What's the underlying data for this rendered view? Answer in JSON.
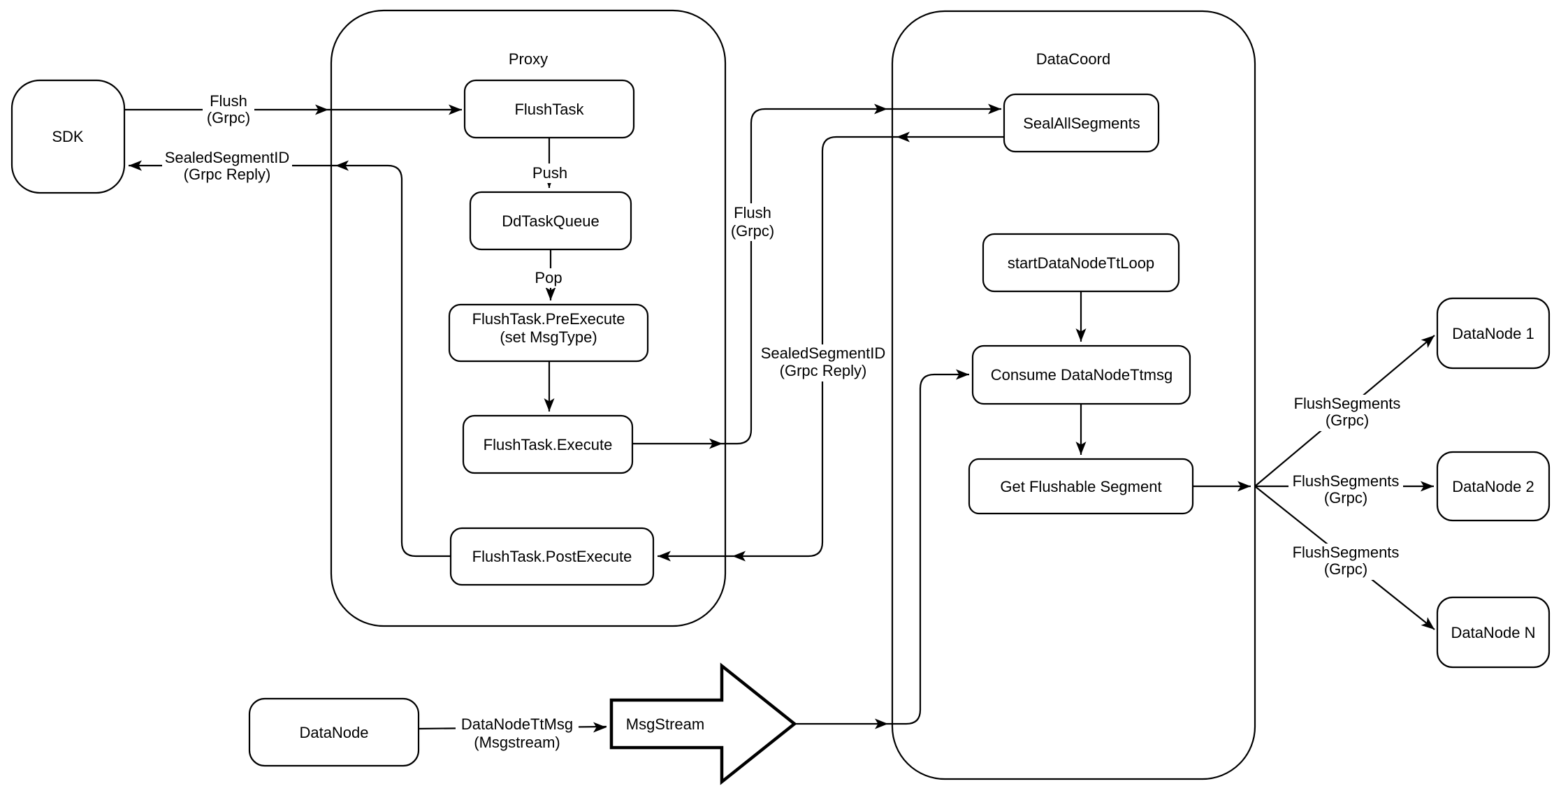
{
  "diagram": {
    "background": "#ffffff",
    "stroke_color": "#000000",
    "text_color": "#000000"
  },
  "containers": {
    "proxy": {
      "title": "Proxy"
    },
    "datacoord": {
      "title": "DataCoord"
    }
  },
  "nodes": {
    "sdk": {
      "label": "SDK"
    },
    "flush_task": {
      "label": "FlushTask"
    },
    "dd_task_queue": {
      "label": "DdTaskQueue"
    },
    "flush_task_pre_execute": {
      "label_line1": "FlushTask.PreExecute",
      "label_line2": "(set MsgType)"
    },
    "flush_task_execute": {
      "label": "FlushTask.Execute"
    },
    "flush_task_post_execute": {
      "label": "FlushTask.PostExecute"
    },
    "seal_all_segments": {
      "label": "SealAllSegments"
    },
    "start_data_node_tt_loop": {
      "label": "startDataNodeTtLoop"
    },
    "consume_data_node_ttmsg": {
      "label": "Consume DataNodeTtmsg"
    },
    "get_flushable_segment": {
      "label": "Get Flushable Segment"
    },
    "data_node_1": {
      "label": "DataNode 1"
    },
    "data_node_2": {
      "label": "DataNode 2"
    },
    "data_node_n": {
      "label": "DataNode N"
    },
    "data_node": {
      "label": "DataNode"
    },
    "msg_stream": {
      "label": "MsgStream"
    }
  },
  "edge_labels": {
    "flush_sdk_to_proxy": {
      "line1": "Flush",
      "line2": "(Grpc)"
    },
    "sealed_segment_to_sdk": {
      "line1": "SealedSegmentID",
      "line2": "(Grpc Reply)"
    },
    "push": {
      "line1": "Push"
    },
    "pop": {
      "line1": "Pop"
    },
    "flush_proxy_to_datacoord": {
      "line1": "Flush",
      "line2": "(Grpc)"
    },
    "sealed_segment_to_proxy": {
      "line1": "SealedSegmentID",
      "line2": "(Grpc Reply)"
    },
    "data_node_tt_msg": {
      "line1": "DataNodeTtMsg",
      "line2": "(Msgstream)"
    },
    "flush_segments_1": {
      "line1": "FlushSegments",
      "line2": "(Grpc)"
    },
    "flush_segments_2": {
      "line1": "FlushSegments",
      "line2": "(Grpc)"
    },
    "flush_segments_3": {
      "line1": "FlushSegments",
      "line2": "(Grpc)"
    }
  }
}
